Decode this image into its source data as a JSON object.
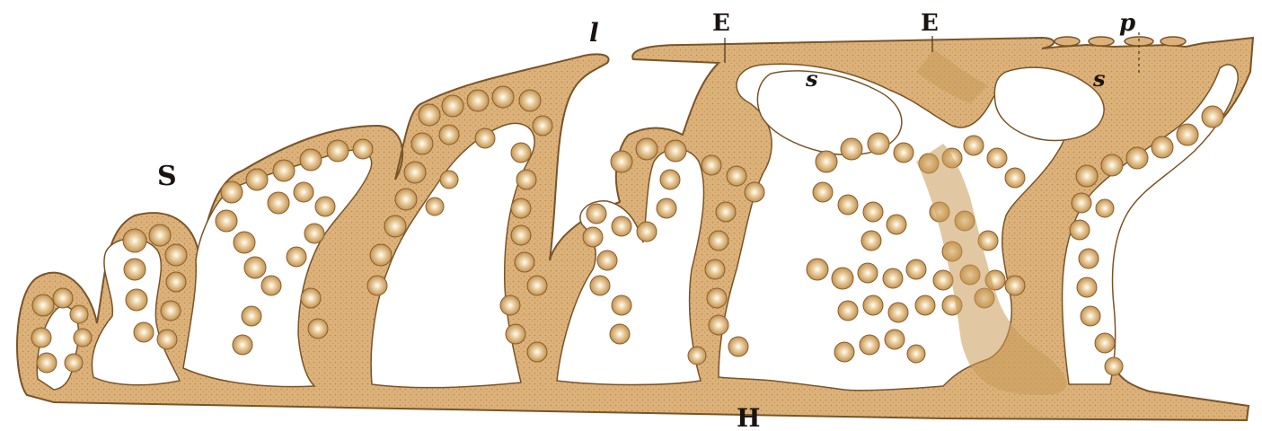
{
  "figure": {
    "labels": {
      "S": "S",
      "l": "l",
      "E1": "E",
      "E2": "E",
      "p": "p",
      "s1": "s",
      "s2": "s",
      "H": "H"
    }
  },
  "colors": {
    "tissue": "#dcb27a",
    "tissue_dark": "#a57a44",
    "outline": "#7a5428",
    "glands": "#c99a58",
    "background": "#ffffff",
    "label": "#1a1410"
  }
}
